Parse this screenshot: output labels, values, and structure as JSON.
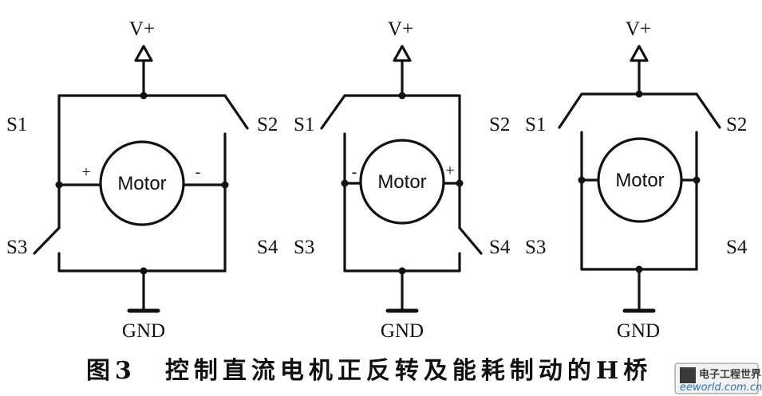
{
  "supply_label": "V+",
  "ground_label": "GND",
  "motor_label": "Motor",
  "circuits": [
    {
      "s1": "S1",
      "s2": "S2",
      "s3": "S3",
      "s4": "S4",
      "left_polarity": "+",
      "right_polarity": "-",
      "switch_s1": "closed",
      "switch_s2": "open",
      "switch_s3": "open",
      "switch_s4": "closed"
    },
    {
      "s1": "S1",
      "s2": "S2",
      "s3": "S3",
      "s4": "S4",
      "left_polarity": "-",
      "right_polarity": "+",
      "switch_s1": "open",
      "switch_s2": "closed",
      "switch_s3": "closed",
      "switch_s4": "open"
    },
    {
      "s1": "S1",
      "s2": "S2",
      "s3": "S3",
      "s4": "S4",
      "left_polarity": "",
      "right_polarity": "",
      "switch_s1": "open",
      "switch_s2": "open",
      "switch_s3": "closed",
      "switch_s4": "closed"
    }
  ],
  "caption": "图3　控制直流电机正反转及能耗制动的H桥",
  "watermark": {
    "text_cn": "电子工程世界",
    "text_en": "eeworld.com.cn"
  }
}
